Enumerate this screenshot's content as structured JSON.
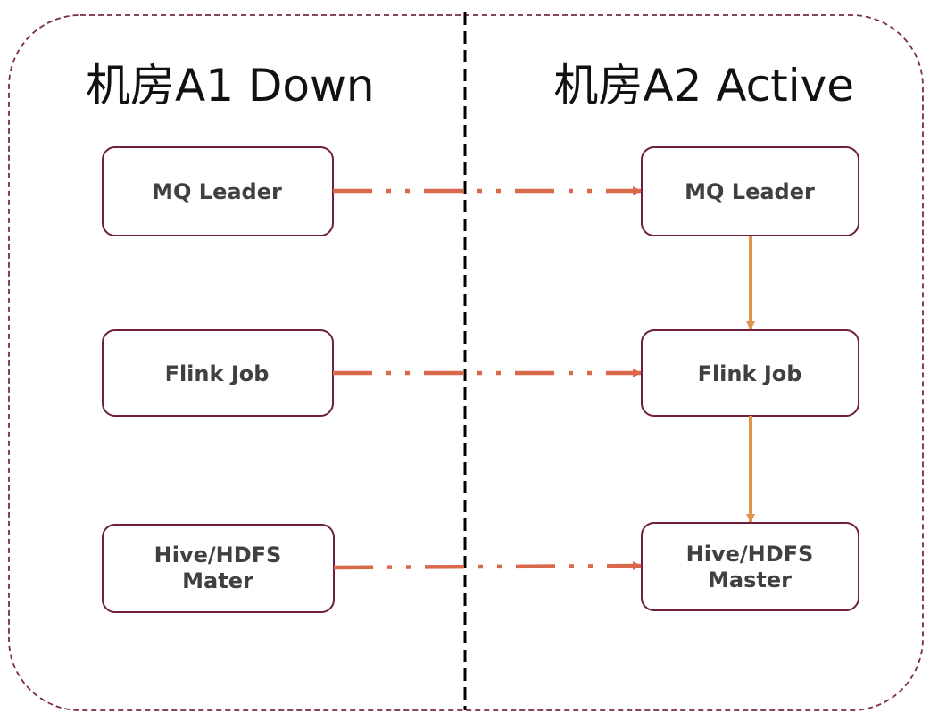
{
  "regions": {
    "left_title": "机房A1 Down",
    "right_title": "机房A2 Active"
  },
  "left_nodes": {
    "mq": "MQ Leader",
    "flink": "Flink Job",
    "hive_line1": "Hive/HDFS",
    "hive_line2": "Mater"
  },
  "right_nodes": {
    "mq": "MQ Leader",
    "flink": "Flink Job",
    "hive_line1": "Hive/HDFS",
    "hive_line2": "Master"
  },
  "colors": {
    "container_border": "#7a2a4a",
    "node_border": "#6e1e40",
    "failover_arrow": "#d9694a",
    "flow_arrow": "#e0954f",
    "divider": "#000000",
    "node_text": "#404040"
  }
}
